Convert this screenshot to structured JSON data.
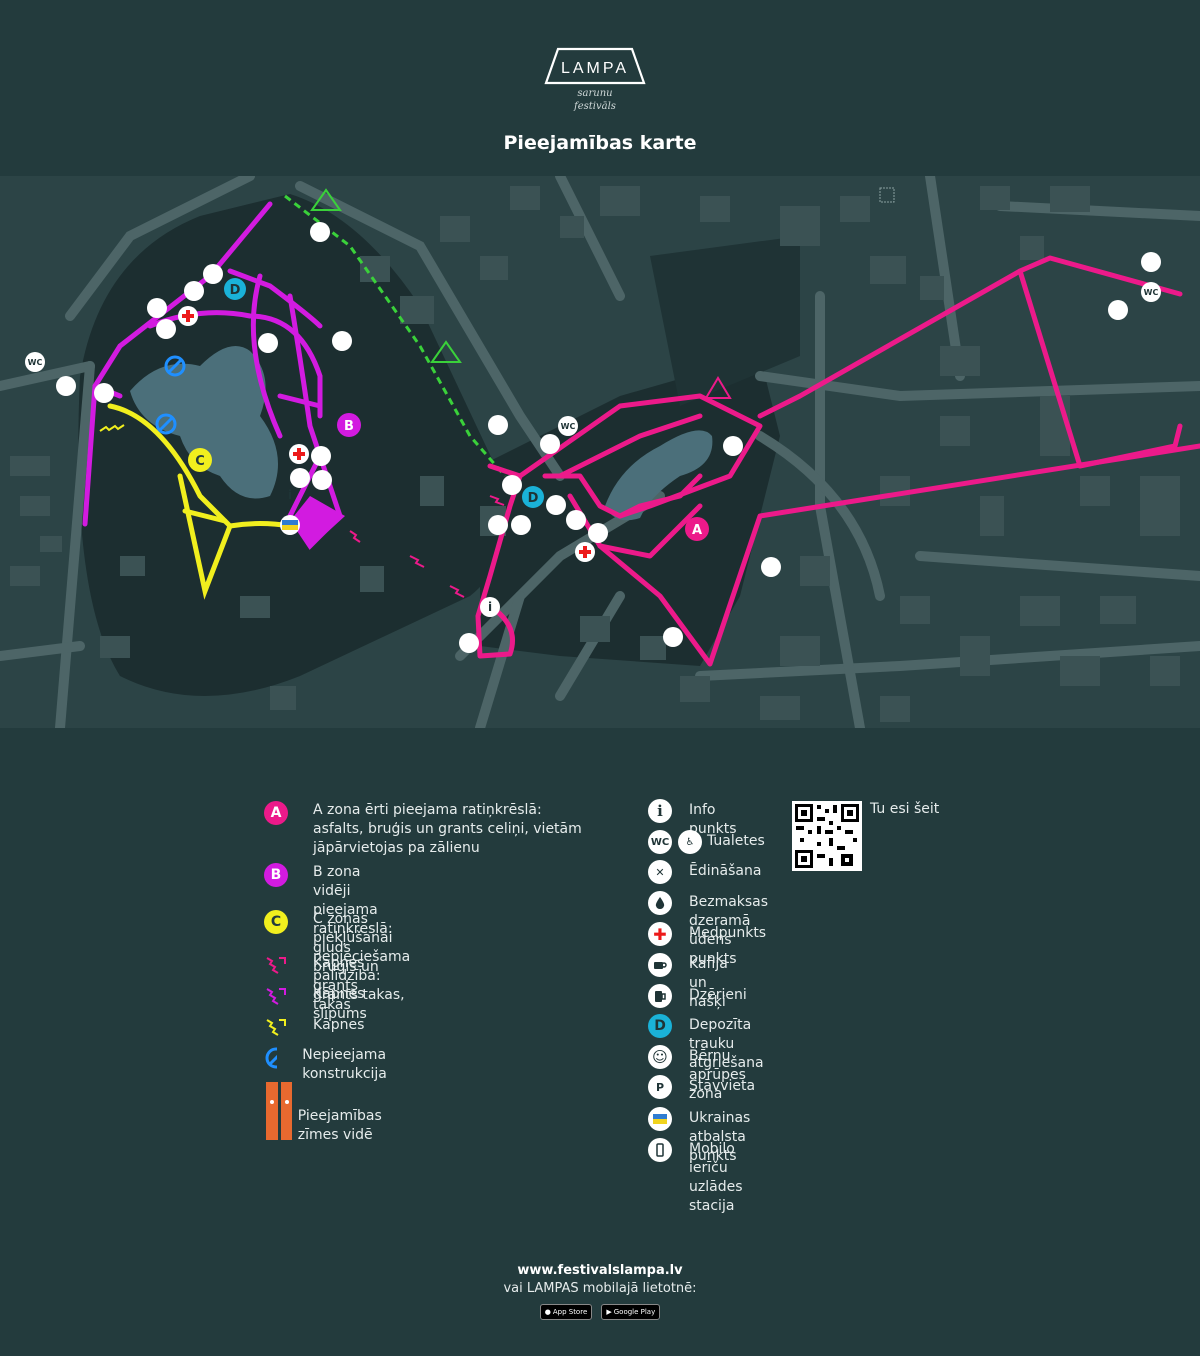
{
  "logo": {
    "name": "LAMPA",
    "sub1": "sarunu",
    "sub2": "festivāls"
  },
  "title": "Pieejamības karte",
  "map": {
    "zones": [
      {
        "letter": "A",
        "color": "#ec1a8a"
      },
      {
        "letter": "B",
        "color": "#d21be0"
      },
      {
        "letter": "C",
        "color": "#f1ef1e"
      },
      {
        "letter": "D",
        "color": "#1ab2d8"
      }
    ],
    "colors": {
      "background": "#233b3d",
      "buildings": "#3b5254",
      "roads": "#4d6567",
      "lake": "#4b6f7a",
      "park": "#1c2e30",
      "green_path": "#3ad13a"
    }
  },
  "legend_left": [
    {
      "key": "a",
      "badge": "A",
      "color": "#ec1a8a",
      "lines": [
        "A zona ērti pieejama ratiņkrēslā:",
        "asfalts, bruģis un grants celiņi, vietām",
        "jāpārvietojas pa zālienu"
      ]
    },
    {
      "key": "b",
      "badge": "B",
      "color": "#d21be0",
      "lines": [
        "B zona vidēji pieejama ratiņkrēslā:",
        "gluds bruģis un grants takas"
      ]
    },
    {
      "key": "c",
      "badge": "C",
      "color": "#f1ef1e",
      "lines": [
        "C zonas piekļūšanai nepieciešama",
        "palīdzība: grants takas, slīpums"
      ]
    },
    {
      "key": "stairs-pink",
      "label": "Kāpnes",
      "color": "#ec1a8a"
    },
    {
      "key": "stairs-purple",
      "label": "Kāpnes",
      "color": "#d21be0"
    },
    {
      "key": "stairs-yellow",
      "label": "Kāpnes",
      "color": "#f1ef1e"
    },
    {
      "key": "no-access",
      "label": "Nepieejama konstrukcija",
      "color": "#1f8fff"
    },
    {
      "key": "signs",
      "label": "Pieejamības zīmes vidē",
      "color": "#e8692f"
    }
  ],
  "legend_right": [
    {
      "key": "info",
      "icon": "i",
      "label": "Info punkts"
    },
    {
      "key": "wc",
      "icon": "WC",
      "label": "Tualetes"
    },
    {
      "key": "food",
      "icon": "✕",
      "label": "Ēdināšana"
    },
    {
      "key": "water",
      "icon": "💧",
      "label": "Bezmaksas dzeramā ūdens punkts"
    },
    {
      "key": "medic",
      "icon": "✚",
      "label": "Medpunkts"
    },
    {
      "key": "coffee",
      "icon": "☕",
      "label": "Kafija un našķi"
    },
    {
      "key": "drinks",
      "icon": "🍺",
      "label": "Dzērieni"
    },
    {
      "key": "deposit",
      "icon": "D",
      "label": "Depozīta trauku atgriešana"
    },
    {
      "key": "kids",
      "icon": "☺",
      "label": "Bērnu aprūpes zona"
    },
    {
      "key": "parking",
      "icon": "P",
      "label": "Stāvvieta"
    },
    {
      "key": "ukraine",
      "icon": "UA",
      "label": "Ukrainas atbalsta punkts"
    },
    {
      "key": "charging",
      "icon": "▯",
      "label": "Mobilo ierīču uzlādes stacija"
    }
  ],
  "qr": {
    "label": "Tu esi šeit"
  },
  "footer": {
    "url": "www.festivalslampa.lv",
    "app_text": "vai LAMPAS mobilajā lietotnē:",
    "appstore": "App Store",
    "googleplay": "Google Play"
  }
}
